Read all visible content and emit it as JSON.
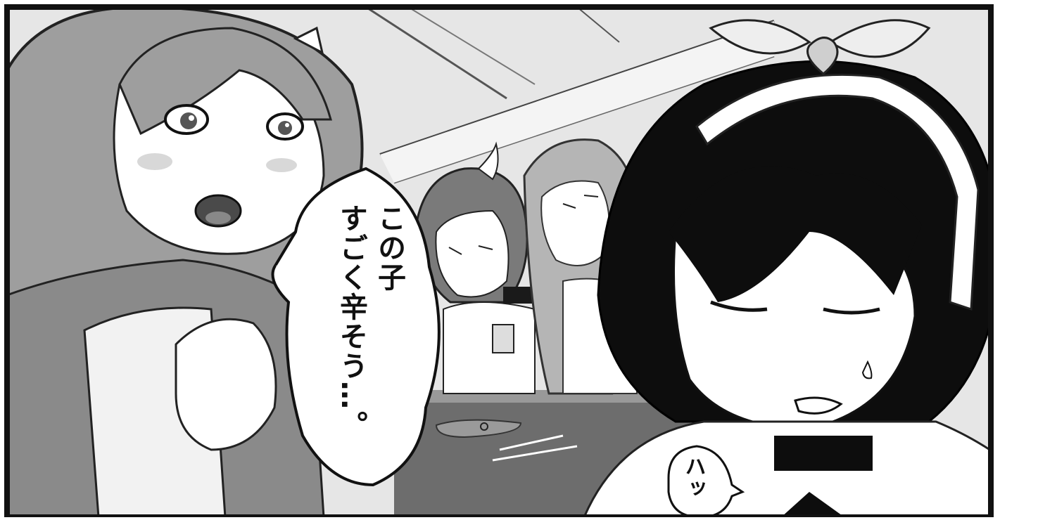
{
  "panel": {
    "speech_bubble": {
      "line_1": "この子",
      "line_2": "すごく辛そう…。"
    },
    "sfx_bubble": {
      "text": "ハッ"
    }
  },
  "colors": {
    "background": "#ffffff",
    "panel_border": "#111111",
    "mid_gray": "#8c8c8c",
    "light_gray": "#c9c9c9",
    "dark_gray": "#5a5a5a",
    "ink": "#0d0d0d"
  }
}
